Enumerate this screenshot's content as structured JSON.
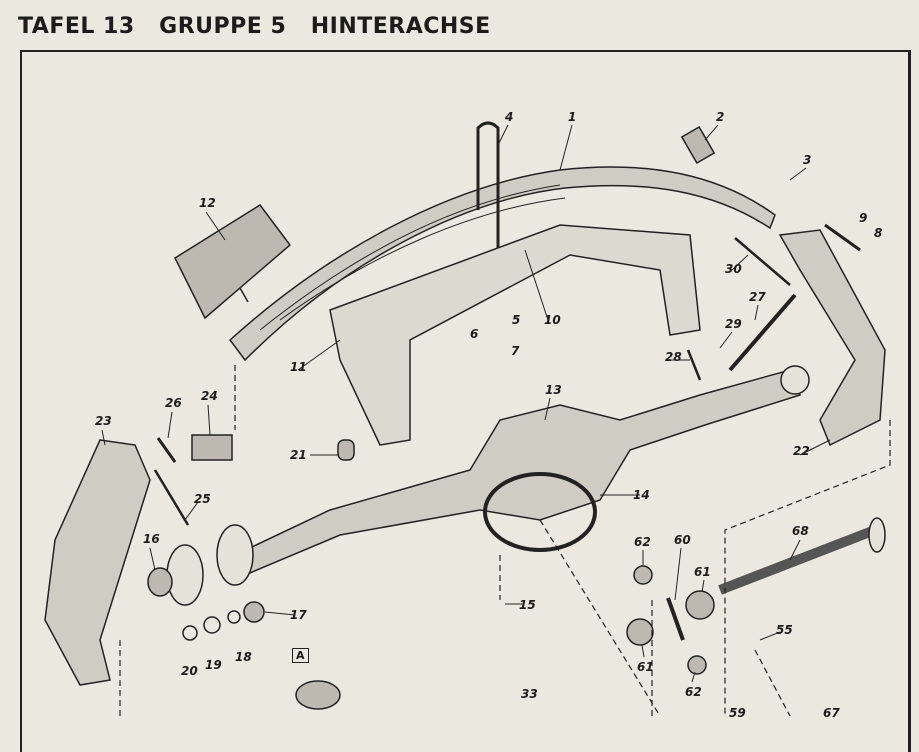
{
  "title": "TAFEL 13   GRUPPE 5   HINTERACHSE",
  "detail_marker": "A",
  "parts": [
    {
      "id": "p1",
      "label": "1"
    },
    {
      "id": "p2",
      "label": "2"
    },
    {
      "id": "p3",
      "label": "3"
    },
    {
      "id": "p4",
      "label": "4"
    },
    {
      "id": "p5",
      "label": "5"
    },
    {
      "id": "p6",
      "label": "6"
    },
    {
      "id": "p7",
      "label": "7"
    },
    {
      "id": "p8",
      "label": "8"
    },
    {
      "id": "p9",
      "label": "9"
    },
    {
      "id": "p10",
      "label": "10"
    },
    {
      "id": "p11",
      "label": "11"
    },
    {
      "id": "p12",
      "label": "12"
    },
    {
      "id": "p13",
      "label": "13"
    },
    {
      "id": "p14",
      "label": "14"
    },
    {
      "id": "p15",
      "label": "15"
    },
    {
      "id": "p16",
      "label": "16"
    },
    {
      "id": "p17",
      "label": "17"
    },
    {
      "id": "p18",
      "label": "18"
    },
    {
      "id": "p19",
      "label": "19"
    },
    {
      "id": "p20",
      "label": "20"
    },
    {
      "id": "p21",
      "label": "21"
    },
    {
      "id": "p22",
      "label": "22"
    },
    {
      "id": "p23",
      "label": "23"
    },
    {
      "id": "p24",
      "label": "24"
    },
    {
      "id": "p25",
      "label": "25"
    },
    {
      "id": "p26",
      "label": "26"
    },
    {
      "id": "p27",
      "label": "27"
    },
    {
      "id": "p28",
      "label": "28"
    },
    {
      "id": "p29",
      "label": "29"
    },
    {
      "id": "p30",
      "label": "30"
    },
    {
      "id": "p33",
      "label": "33"
    },
    {
      "id": "p55",
      "label": "55"
    },
    {
      "id": "p59",
      "label": "59"
    },
    {
      "id": "p60",
      "label": "60"
    },
    {
      "id": "p61a",
      "label": "61"
    },
    {
      "id": "p61b",
      "label": "61"
    },
    {
      "id": "p62a",
      "label": "62"
    },
    {
      "id": "p62b",
      "label": "62"
    },
    {
      "id": "p67",
      "label": "67"
    },
    {
      "id": "p68",
      "label": "68"
    }
  ]
}
